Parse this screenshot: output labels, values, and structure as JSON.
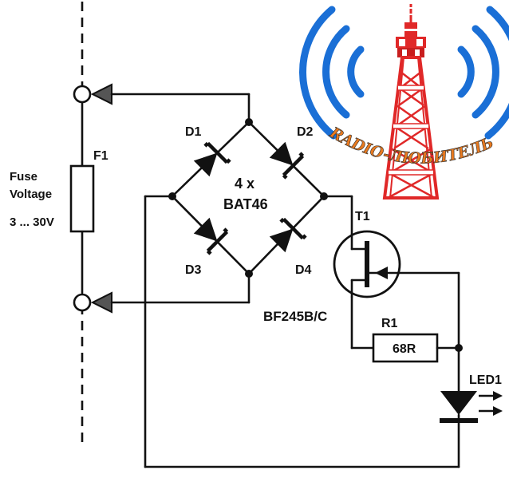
{
  "labels": {
    "fuse_line1": "Fuse",
    "fuse_line2": "Voltage",
    "voltage_range": "3 ... 30V",
    "fuse_ref": "F1",
    "diode1": "D1",
    "diode2": "D2",
    "diode3": "D3",
    "diode4": "D4",
    "bridge_count": "4 x",
    "bridge_part": "BAT46",
    "transistor_ref": "T1",
    "transistor_part": "BF245B/C",
    "resistor_ref": "R1",
    "resistor_value": "68R",
    "led_ref": "LED1"
  },
  "watermark": {
    "text": "RADIO-ЛЮБИТЕЛЬ",
    "colors": [
      "#f0a020",
      "#e03030",
      "#9040c0",
      "#30a040",
      "#2070d0"
    ]
  },
  "colors": {
    "wire": "#111111",
    "wave": "#1a6fd6",
    "tower_red": "#e02828",
    "tower_white": "#ffffff",
    "arrow_gray": "#555555"
  },
  "icons": {
    "logo": "radio-tower-icon",
    "fuse": "fuse-icon",
    "diode": "diode-icon",
    "transistor": "jfet-icon",
    "resistor": "resistor-icon",
    "led": "led-icon",
    "terminal": "terminal-icon"
  }
}
